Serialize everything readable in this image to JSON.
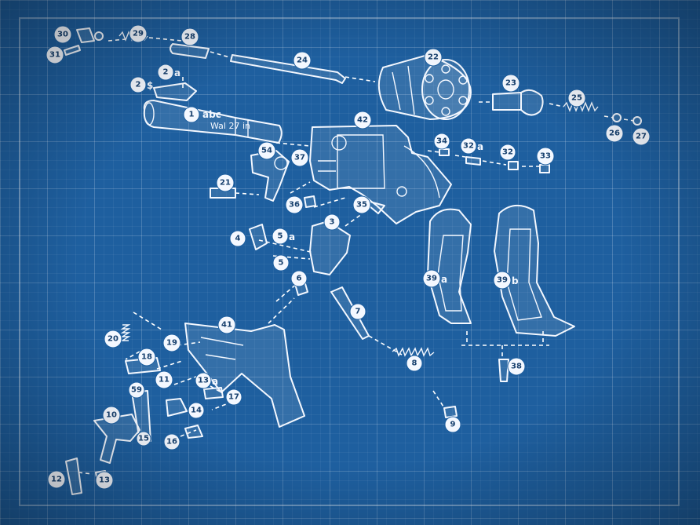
{
  "diagram": {
    "labels": [
      {
        "id": "30",
        "text": "30"
      },
      {
        "id": "31",
        "text": "31"
      },
      {
        "id": "29",
        "text": "29"
      },
      {
        "id": "28",
        "text": "28"
      },
      {
        "id": "24",
        "text": "24"
      },
      {
        "id": "22",
        "text": "22"
      },
      {
        "id": "23",
        "text": "23"
      },
      {
        "id": "25",
        "text": "25"
      },
      {
        "id": "26",
        "text": "26"
      },
      {
        "id": "27",
        "text": "27"
      },
      {
        "id": "2a",
        "text": "2"
      },
      {
        "id": "2",
        "text": "2"
      },
      {
        "id": "1",
        "text": "1"
      },
      {
        "id": "42",
        "text": "42"
      },
      {
        "id": "34",
        "text": "34"
      },
      {
        "id": "32a",
        "text": "32"
      },
      {
        "id": "32",
        "text": "32"
      },
      {
        "id": "33",
        "text": "33"
      },
      {
        "id": "54",
        "text": "54"
      },
      {
        "id": "37",
        "text": "37"
      },
      {
        "id": "21",
        "text": "21"
      },
      {
        "id": "36",
        "text": "36"
      },
      {
        "id": "35",
        "text": "35"
      },
      {
        "id": "3",
        "text": "3"
      },
      {
        "id": "4",
        "text": "4"
      },
      {
        "id": "5a",
        "text": "5"
      },
      {
        "id": "5",
        "text": "5"
      },
      {
        "id": "6",
        "text": "6"
      },
      {
        "id": "7",
        "text": "7"
      },
      {
        "id": "8",
        "text": "8"
      },
      {
        "id": "9",
        "text": "9"
      },
      {
        "id": "39a",
        "text": "39"
      },
      {
        "id": "39b",
        "text": "39"
      },
      {
        "id": "38",
        "text": "38"
      },
      {
        "id": "41",
        "text": "41"
      },
      {
        "id": "20",
        "text": "20"
      },
      {
        "id": "19",
        "text": "19"
      },
      {
        "id": "18",
        "text": "18"
      },
      {
        "id": "11",
        "text": "11"
      },
      {
        "id": "13a",
        "text": "13"
      },
      {
        "id": "59",
        "text": "59"
      },
      {
        "id": "17",
        "text": "17"
      },
      {
        "id": "14",
        "text": "14"
      },
      {
        "id": "10",
        "text": "10"
      },
      {
        "id": "16",
        "text": "16"
      },
      {
        "id": "15",
        "text": "15"
      },
      {
        "id": "12",
        "text": "12"
      },
      {
        "id": "13",
        "text": "13"
      }
    ],
    "suffixes": {
      "2a": "a",
      "5a": "a",
      "32a": "a",
      "13a": "a",
      "39a": "a",
      "39b": "b",
      "2": "$"
    },
    "barrel_marking": "abc",
    "barrel_fine_print": "Wal  27 in"
  }
}
